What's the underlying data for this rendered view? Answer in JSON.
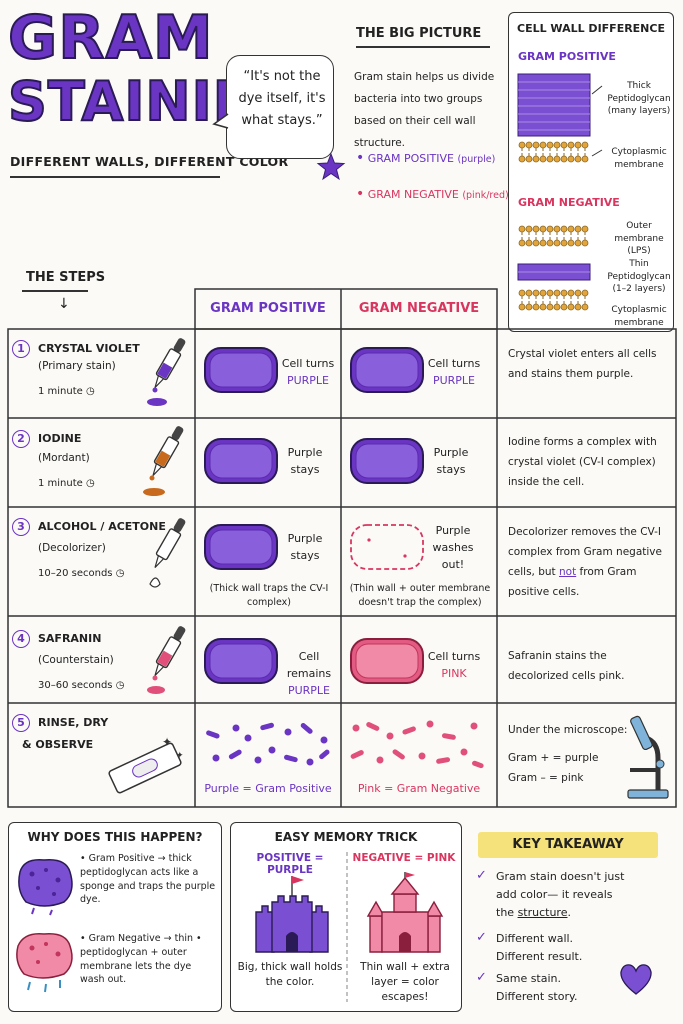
{
  "header": {
    "title_line1": "GRAM",
    "title_line2": "STAINING",
    "subtitle": "DIFFERENT WALLS, DIFFERENT COLOR"
  },
  "quote": "“It's not the dye itself, it's what stays.”",
  "big_picture": {
    "title": "THE BIG PICTURE",
    "text": "Gram stain helps us divide bacteria into two groups based on their cell wall structure.",
    "positive": "GRAM POSITIVE",
    "positive_color": "(purple)",
    "negative": "GRAM NEGATIVE",
    "negative_color": "(pink/red)"
  },
  "cell_wall": {
    "title": "CELL WALL DIFFERENCE",
    "positive_label": "GRAM POSITIVE",
    "negative_label": "GRAM NEGATIVE",
    "pos_peptidoglycan": "Thick Peptidoglycan (many layers)",
    "pos_membrane": "Cytoplasmic membrane",
    "neg_outer": "Outer membrane (LPS)",
    "neg_peptidoglycan": "Thin Peptidoglycan (1–2 layers)",
    "neg_membrane": "Cytoplasmic membrane"
  },
  "steps_title": "THE STEPS",
  "steps_arrow": "↓",
  "table_headers": {
    "positive": "GRAM POSITIVE",
    "negative": "GRAM NEGATIVE"
  },
  "steps": [
    {
      "num": "1",
      "name": "CRYSTAL VIOLET",
      "sub": "(Primary stain)",
      "time": "1 minute",
      "pos_line1": "Cell turns",
      "pos_line2": "PURPLE",
      "neg_line1": "Cell turns",
      "neg_line2": "PURPLE",
      "desc": "Crystal violet enters all cells and stains them purple."
    },
    {
      "num": "2",
      "name": "IODINE",
      "sub": "(Mordant)",
      "time": "1 minute",
      "pos_line1": "Purple",
      "pos_line2": "stays",
      "neg_line1": "Purple",
      "neg_line2": "stays",
      "desc": "Iodine forms a complex with crystal violet (CV-I complex) inside the cell."
    },
    {
      "num": "3",
      "name": "ALCOHOL / ACETONE",
      "sub": "(Decolorizer)",
      "time": "10–20 seconds",
      "pos_line1": "Purple",
      "pos_line2": "stays",
      "neg_line1": "Purple",
      "neg_line2": "washes",
      "neg_line3": "out!",
      "pos_note": "(Thick wall traps the CV-I complex)",
      "neg_note": "(Thin wall + outer membrane doesn't trap the complex)",
      "desc_a": "Decolorizer removes the CV-I complex from Gram negative cells, but ",
      "desc_b": "not",
      "desc_c": " from Gram positive cells."
    },
    {
      "num": "4",
      "name": "SAFRANIN",
      "sub": "(Counterstain)",
      "time": "30–60 seconds",
      "pos_line1": "Cell remains",
      "pos_line2": "PURPLE",
      "neg_line1": "Cell turns",
      "neg_line2": "PINK",
      "desc": "Safranin stains the decolorized cells pink."
    },
    {
      "num": "5",
      "name": "RINSE, DRY",
      "name2": "& OBSERVE",
      "pos_caption": "Purple = Gram Positive",
      "neg_caption": "Pink = Gram Negative",
      "desc_title": "Under the microscope:",
      "desc_pos": "Gram + = purple",
      "desc_neg": "Gram – = pink"
    }
  ],
  "why": {
    "title": "WHY DOES THIS HAPPEN?",
    "pos": "• Gram Positive → thick peptidoglycan acts like a sponge and traps the purple dye.",
    "neg": "• Gram Negative → thin • peptidoglycan + outer membrane lets the dye wash out."
  },
  "memory": {
    "title": "EASY MEMORY TRICK",
    "pos_label": "POSITIVE = PURPLE",
    "neg_label": "NEGATIVE = PINK",
    "pos_caption": "Big, thick wall holds the color.",
    "neg_caption": "Thin wall + extra layer = color escapes!"
  },
  "takeaway": {
    "title": "KEY TAKEAWAY",
    "item1a": "Gram stain doesn't just add color— it reveals the ",
    "item1b": "structure",
    "item1c": ".",
    "item2": "Different wall. Different result.",
    "item3": "Same stain. Different story."
  },
  "colors": {
    "purple": "#6a35c2",
    "pink": "#d8365f",
    "highlight": "#f6e27a"
  }
}
